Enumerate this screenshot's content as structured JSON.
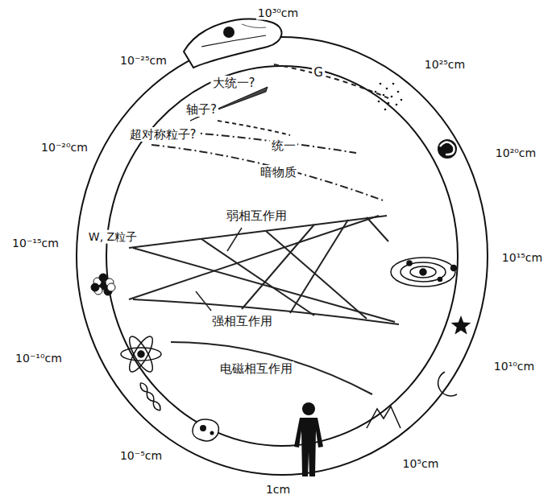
{
  "diagram": {
    "labels": [
      "10³⁰cm",
      "10⁻²⁵cm",
      "10²⁵cm",
      "10⁻²⁰cm",
      "10²⁰cm",
      "10⁻¹⁵cm",
      "10¹⁵cm",
      "10⁻¹⁰cm",
      "10¹⁰cm",
      "10⁻⁵cm",
      "10⁵cm",
      "1cm",
      "大统一?",
      "G",
      "轴子?",
      "超对称粒子?",
      "统一",
      "暗物质",
      "弱相互作用",
      "W, Z粒子",
      "强相互作用",
      "电磁相互作用"
    ]
  }
}
